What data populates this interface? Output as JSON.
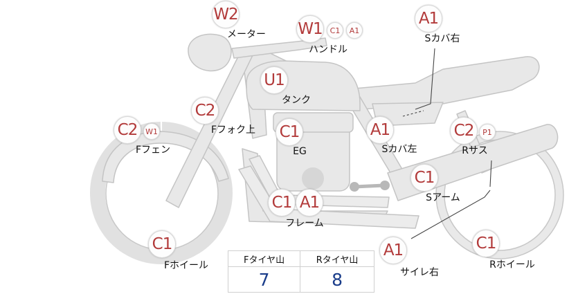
{
  "parts": {
    "meter": {
      "label": "メーター",
      "codes": [
        "W2"
      ]
    },
    "handle": {
      "label": "ハンドル",
      "codes": [
        "W1",
        "C1",
        "A1"
      ]
    },
    "s_cover_r": {
      "label": "Sカバ右",
      "codes": [
        "A1"
      ]
    },
    "tank": {
      "label": "タンク",
      "codes": [
        "U1"
      ]
    },
    "f_fork": {
      "label": "Fフォク上",
      "codes": [
        "C2"
      ]
    },
    "f_fender": {
      "label": "Fフェン",
      "codes": [
        "C2",
        "W1"
      ]
    },
    "engine": {
      "label": "EG",
      "codes": [
        "C1"
      ]
    },
    "s_cover_l": {
      "label": "Sカバ左",
      "codes": [
        "A1"
      ]
    },
    "r_sus": {
      "label": "Rサス",
      "codes": [
        "C2",
        "P1"
      ]
    },
    "s_arm": {
      "label": "Sアーム",
      "codes": [
        "C1"
      ]
    },
    "frame": {
      "label": "フレーム",
      "codes": [
        "C1",
        "A1"
      ]
    },
    "f_wheel": {
      "label": "Fホイール",
      "codes": [
        "C1"
      ]
    },
    "silencer_r": {
      "label": "サイレ右",
      "codes": [
        "A1"
      ]
    },
    "r_wheel": {
      "label": "Rホイール",
      "codes": [
        "C1"
      ]
    }
  },
  "tread": {
    "front_header": "Fタイヤ山",
    "rear_header": "Rタイヤ山",
    "front_value": "7",
    "rear_value": "8"
  },
  "colors": {
    "code_text": "#b23a3a",
    "value_text": "#1a3d8a",
    "bike_fill": "#e8e8e8",
    "bike_stroke": "#c4c4c4"
  }
}
